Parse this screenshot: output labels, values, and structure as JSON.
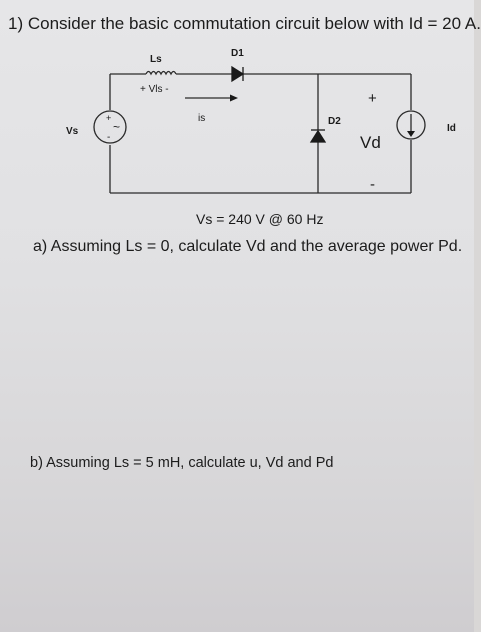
{
  "question1": {
    "title": "1) Consider the basic commutation circuit below with Id = 20 A."
  },
  "circuit": {
    "inductor_label": "Ls",
    "diode1_label": "D1",
    "inductor_voltage_label": "+ Vls -",
    "current_label": "is",
    "diode2_label": "D2",
    "plus_sign": "+",
    "minus_sign": "-",
    "output_voltage_label": "Vd",
    "source_label": "Vs",
    "current_source_label": "Id",
    "source_plus": "+",
    "source_minus": "-",
    "source_tilde": "~",
    "source_spec": "Vs = 240 V @ 60 Hz"
  },
  "part_a": {
    "text": "a) Assuming Ls = 0, calculate Vd and the average power Pd."
  },
  "part_b": {
    "text": "b) Assuming Ls = 5 mH, calculate u, Vd and Pd"
  }
}
